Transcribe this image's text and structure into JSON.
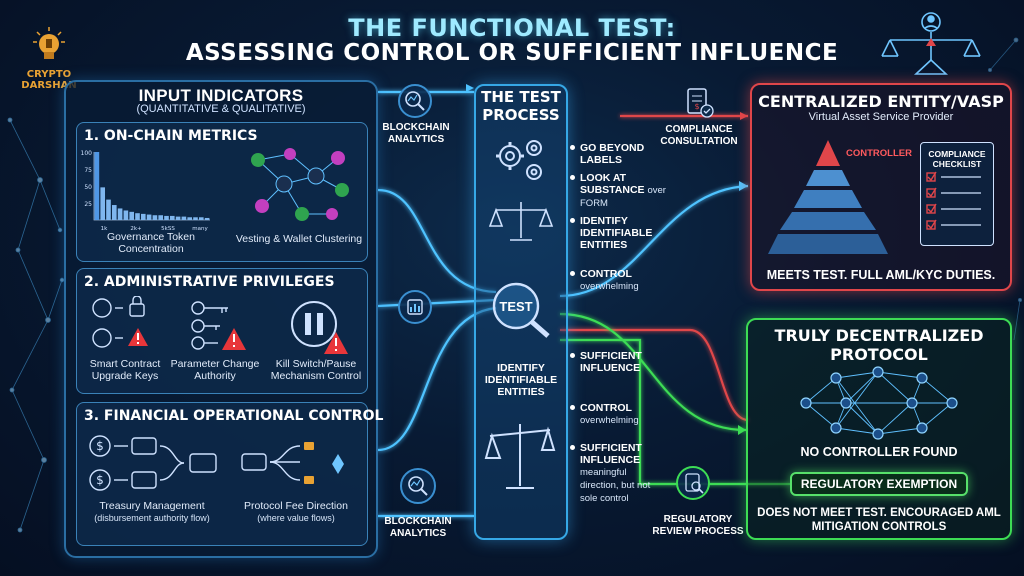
{
  "title": {
    "line1": "THE FUNCTIONAL TEST:",
    "line2": "ASSESSING CONTROL OR SUFFICIENT INFLUENCE"
  },
  "logo": {
    "line1": "CRYPTO",
    "line2": "DARSHAN"
  },
  "input_indicators": {
    "title": "INPUT INDICATORS",
    "subtitle": "(QUANTITATIVE & QUALITATIVE)",
    "onchain": {
      "title": "1. ON-CHAIN METRICS",
      "chart": {
        "values": [
          100,
          48,
          30,
          22,
          17,
          14,
          12,
          10,
          9,
          8,
          7,
          7,
          6,
          6,
          5,
          5,
          4,
          4,
          4,
          3
        ],
        "y_ticks": [
          "100",
          "75",
          "50",
          "25"
        ],
        "x_ticks": [
          "1k",
          "2k+",
          "5kSS",
          "many"
        ]
      },
      "chart_caption": "Governance Token Concentration",
      "cluster_caption": "Vesting & Wallet Clustering"
    },
    "admin": {
      "title": "2. ADMINISTRATIVE PRIVILEGES",
      "items": [
        {
          "label": "Smart Contract Upgrade Keys"
        },
        {
          "label": "Parameter Change Authority"
        },
        {
          "label": "Kill Switch/Pause Mechanism Control"
        }
      ]
    },
    "financial": {
      "title": "3. FINANCIAL OPERATIONAL CONTROL",
      "items": [
        {
          "label": "Treasury Management",
          "sub": "(disbursement authority flow)"
        },
        {
          "label": "Protocol Fee Direction",
          "sub": "(where value flows)"
        }
      ]
    }
  },
  "connectors": {
    "blockchain_analytics_top": "BLOCKCHAIN ANALYTICS",
    "blockchain_analytics_bottom": "BLOCKCHAIN ANALYTICS",
    "compliance_consultation": "COMPLIANCE CONSULTATION",
    "regulatory_review": "REGULATORY REVIEW PROCESS"
  },
  "test_process": {
    "title": "THE TEST PROCESS",
    "lens_label": "TEST",
    "mid_label": "IDENTIFY IDENTIFIABLE ENTITIES",
    "bullets_top": [
      {
        "main": "GO BEYOND LABELS",
        "sub": ""
      },
      {
        "main": "LOOK AT SUBSTANCE",
        "sub": "over FORM"
      },
      {
        "main": "IDENTIFY IDENTIFIABLE ENTITIES",
        "sub": ""
      }
    ],
    "control_top": {
      "main": "CONTROL",
      "sub": "overwhelming"
    },
    "influence_top": {
      "main": "SUFFICIENT INFLUENCE",
      "sub": ""
    },
    "control_bottom": {
      "main": "CONTROL",
      "sub": "overwhelming"
    },
    "influence_bottom": {
      "main": "SUFFICIENT INFLUENCE",
      "sub": "meaningful direction, but not sole control"
    }
  },
  "centralized": {
    "title": "CENTRALIZED ENTITY/VASP",
    "subtitle": "Virtual Asset Service Provider",
    "controller_label": "CONTROLLER",
    "checklist_title": "COMPLIANCE CHECKLIST",
    "result": "MEETS TEST. FULL AML/KYC DUTIES."
  },
  "decentralized": {
    "title": "TRULY DECENTRALIZED PROTOCOL",
    "no_controller": "NO CONTROLLER FOUND",
    "exemption": "REGULATORY EXEMPTION",
    "result": "DOES NOT MEET TEST. ENCOURAGED AML MITIGATION CONTROLS"
  },
  "colors": {
    "accent_blue": "#4fc3ff",
    "central_red": "#e0464a",
    "decentral_green": "#3ddc54",
    "warning": "#e8363a",
    "logo_orange": "#e9a233"
  }
}
